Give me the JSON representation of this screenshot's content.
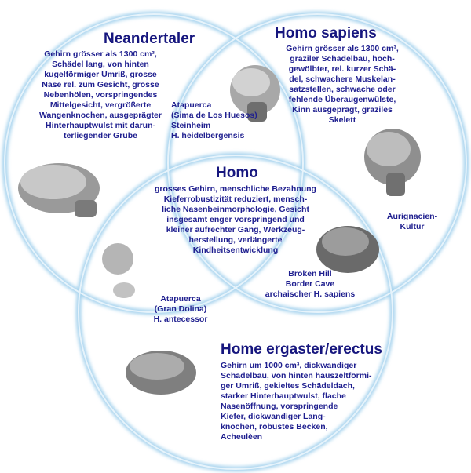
{
  "neandertaler": {
    "title": "Neandertaler",
    "text": "Gehirn grösser als 1300 cm³,\nSchädel lang, von hinten\nkugelförmiger Umriß, grosse\nNase rel. zum Gesicht, grosse\nNebenhölen, vorspringendes\nMittelgesicht, vergrößerte\nWangenknochen, ausgeprägter\nHinterhauptwulst mit darun-\nterliegender Grube"
  },
  "sapiens": {
    "title": "Homo sapiens",
    "text": "Gehirn grösser als 1300 cm³,\ngraziler Schädelbau, hoch-\ngewölbter, rel. kurzer Schä-\ndel, schwachere Muskelan-\nsatzstellen, schwache oder\nfehlende Überaugenwülste,\nKinn ausgeprägt, graziles\nSkelett"
  },
  "homo": {
    "title": "Homo",
    "text": "grosses Gehirn, menschliche Bezahnung\nKieferrobustizität reduziert, mensch-\nliche Nasenbeinmorphologie, Gesicht\ninsgesamt enger vorspringend und\nkleiner aufrechter Gang, Werkzeug-\nherstellung, verlängerte\nKindheitsentwicklung"
  },
  "erectus": {
    "title": "Home ergaster/erectus",
    "text": "Gehirn um 1000 cm³, dickwandiger\nSchädelbau, von hinten hauszeltförmi-\nger Umriß, gekieltes Schädeldach,\nstarker Hinterhauptwulst, flache\nNasenöffnung, vorspringende\nKiefer, dickwandiger Lang-\nknochen, robustes Becken,\nAcheulèen"
  },
  "labels": {
    "neander_sapiens": "Atapuerca\n(Sima de Los Huesos)\nSteinheim\nH. heidelbergensis",
    "aurignacien": "Aurignacien-\nKultur",
    "sapiens_erectus": "Broken Hill\nBorder Cave\narchaischer H. sapiens",
    "neander_erectus": "Atapuerca\n(Gran Dolina)\nH. antecessor"
  },
  "colors": {
    "text": "#1f1f8f",
    "circle": "#a9d4ee"
  }
}
